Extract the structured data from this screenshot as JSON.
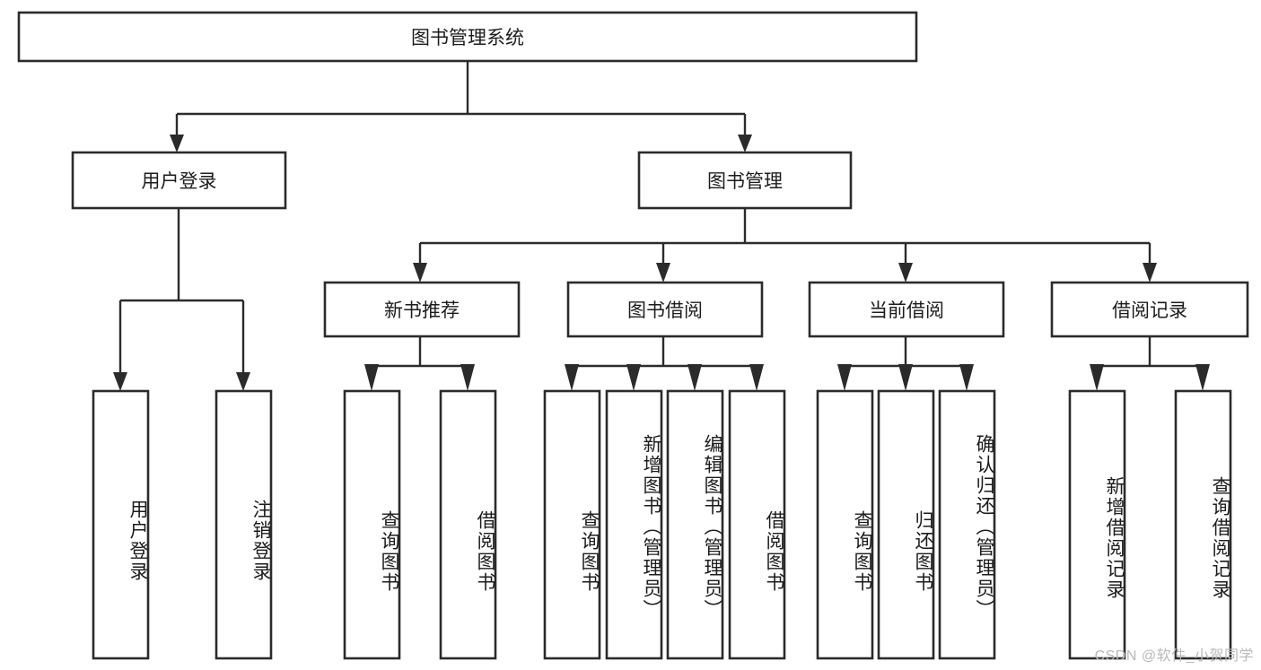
{
  "diagram": {
    "title": "图书管理系统",
    "type": "hierarchy-tree",
    "orientation": "top-down",
    "watermark": "CSDN @软件_小贺同学",
    "colors": {
      "box_stroke": "#2b2b2b",
      "box_fill": "#ffffff",
      "connector": "#2b2b2b",
      "text": "#1c1c1c",
      "watermark": "#b9b9b9",
      "background": "#ffffff"
    },
    "levels": {
      "root": {
        "label": "图书管理系统"
      },
      "level2": [
        {
          "label": "用户登录"
        },
        {
          "label": "图书管理"
        }
      ],
      "level3": [
        {
          "label": "新书推荐"
        },
        {
          "label": "图书借阅"
        },
        {
          "label": "当前借阅"
        },
        {
          "label": "借阅记录"
        }
      ],
      "leaves": {
        "user_login": [
          {
            "label": "用户登录"
          },
          {
            "label": "注销登录"
          }
        ],
        "new_book_recommend": [
          {
            "label": "查询图书"
          },
          {
            "label": "借阅图书"
          }
        ],
        "book_borrow": [
          {
            "label": "查询图书"
          },
          {
            "label": "新增图书（管理员）"
          },
          {
            "label": "编辑图书（管理员）"
          },
          {
            "label": "借阅图书"
          }
        ],
        "current_borrow": [
          {
            "label": "查询图书"
          },
          {
            "label": "归还图书"
          },
          {
            "label": "确认归还（管理员）"
          }
        ],
        "borrow_record": [
          {
            "label": "新增借阅记录"
          },
          {
            "label": "查询借阅记录"
          }
        ]
      }
    }
  }
}
